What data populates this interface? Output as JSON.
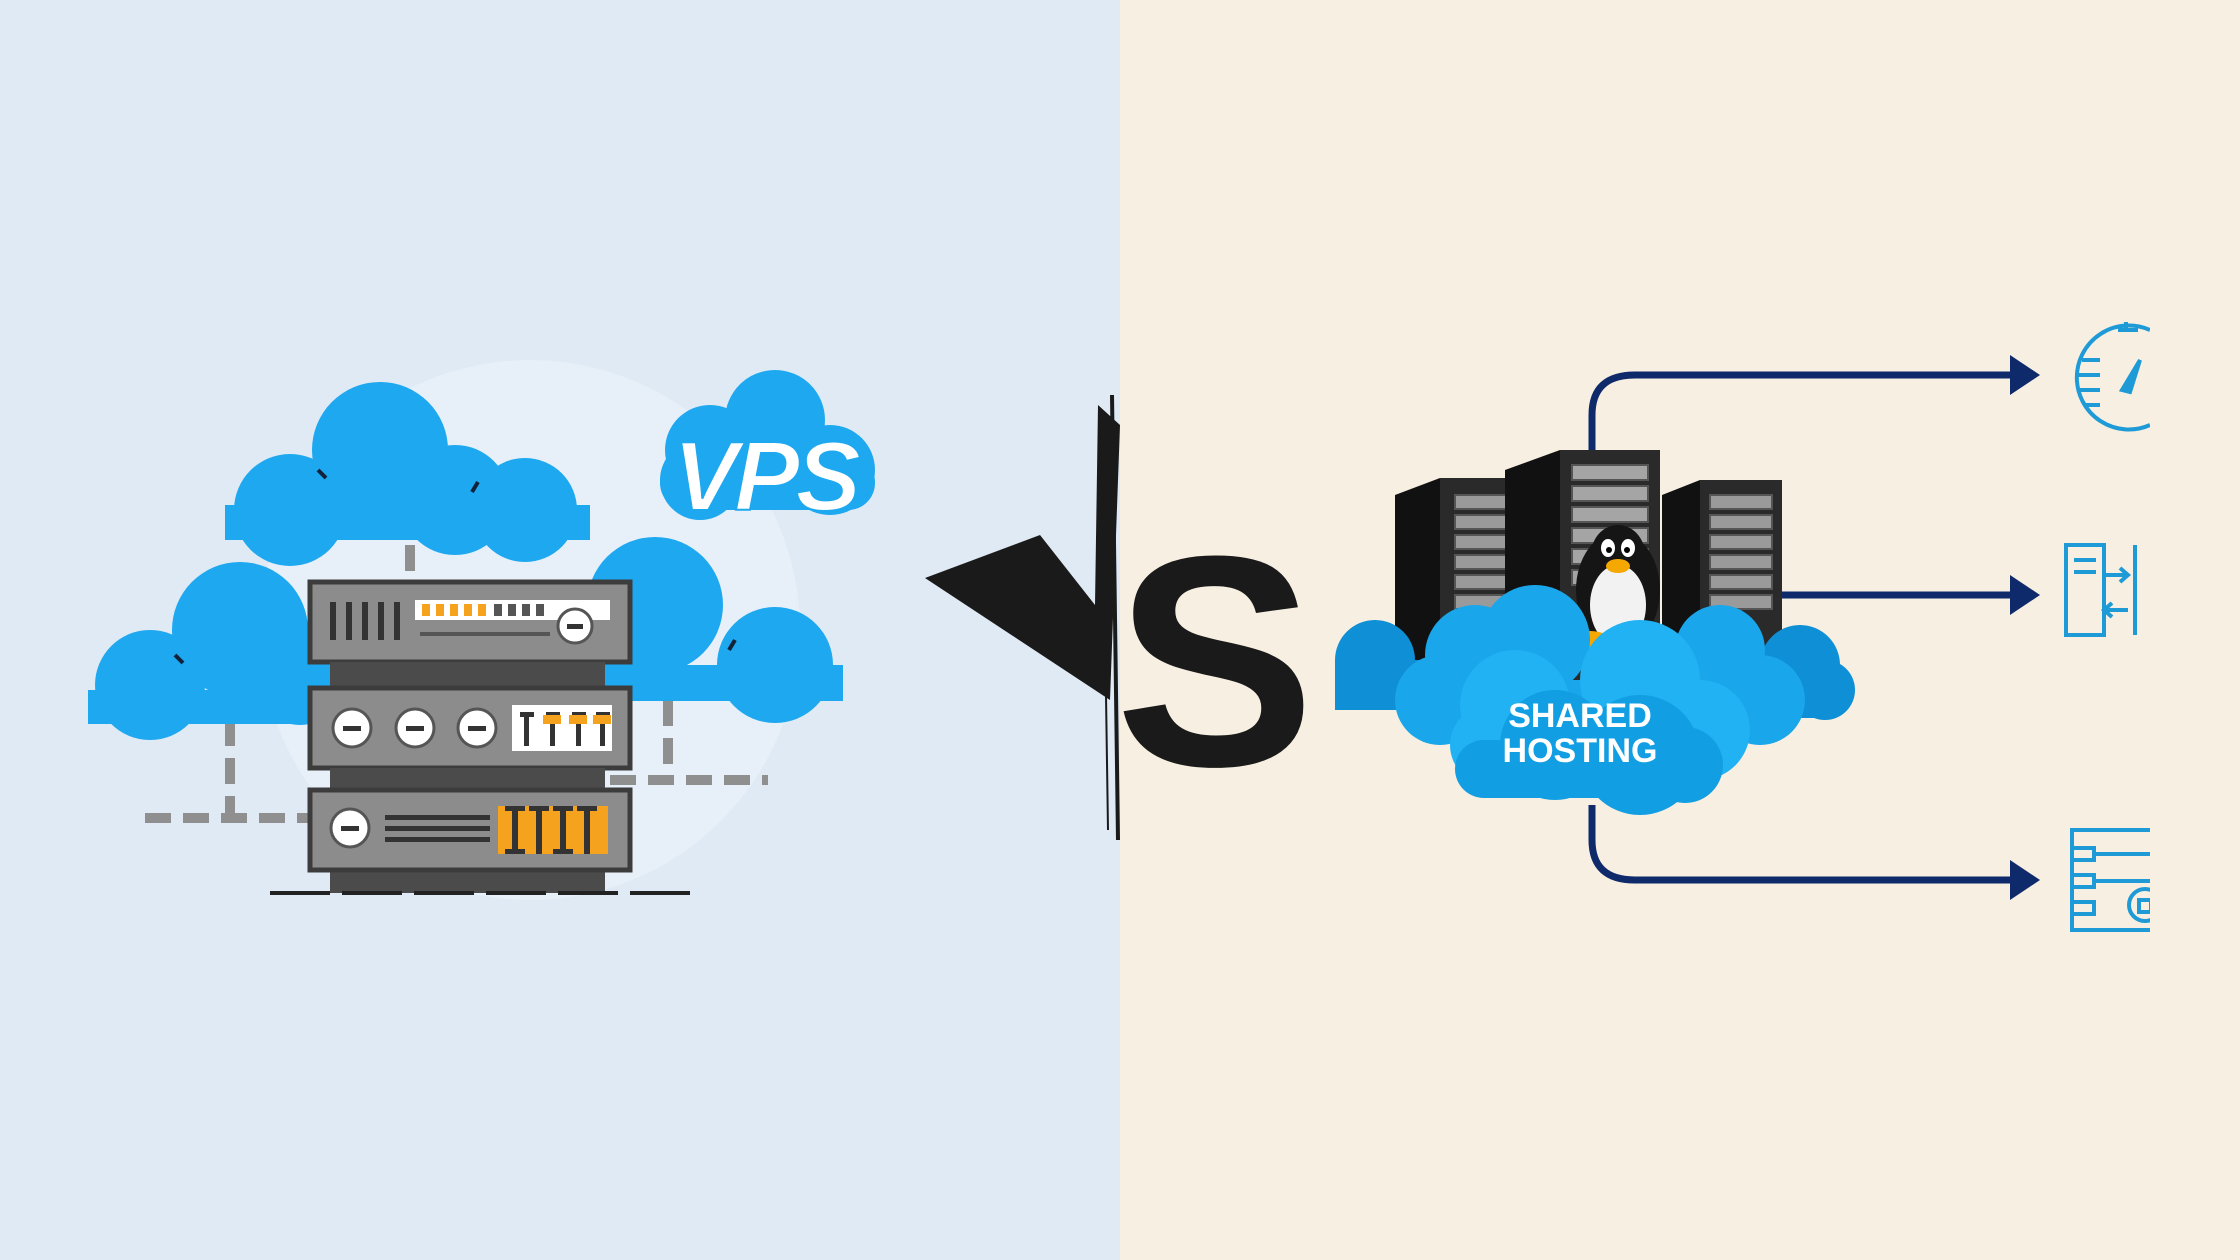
{
  "left": {
    "badge_label": "VPS",
    "background": "#dfeaf5"
  },
  "center": {
    "divider_label": "VS"
  },
  "right": {
    "cloud_label_line1": "SHARED",
    "cloud_label_line2": "HOSTING",
    "background": "#f7efe1"
  },
  "colors": {
    "cloud_blue": "#1ea8f0",
    "server_gray": "#8c8c8c",
    "server_dark": "#4b4b4b",
    "led_orange": "#f5a21f",
    "arrow_navy": "#0f2a6b",
    "icon_blue": "#1e9bd7",
    "vs_black": "#1a1a1a"
  },
  "icons": [
    "speedometer-icon",
    "server-migration-icon",
    "secure-server-icon"
  ]
}
